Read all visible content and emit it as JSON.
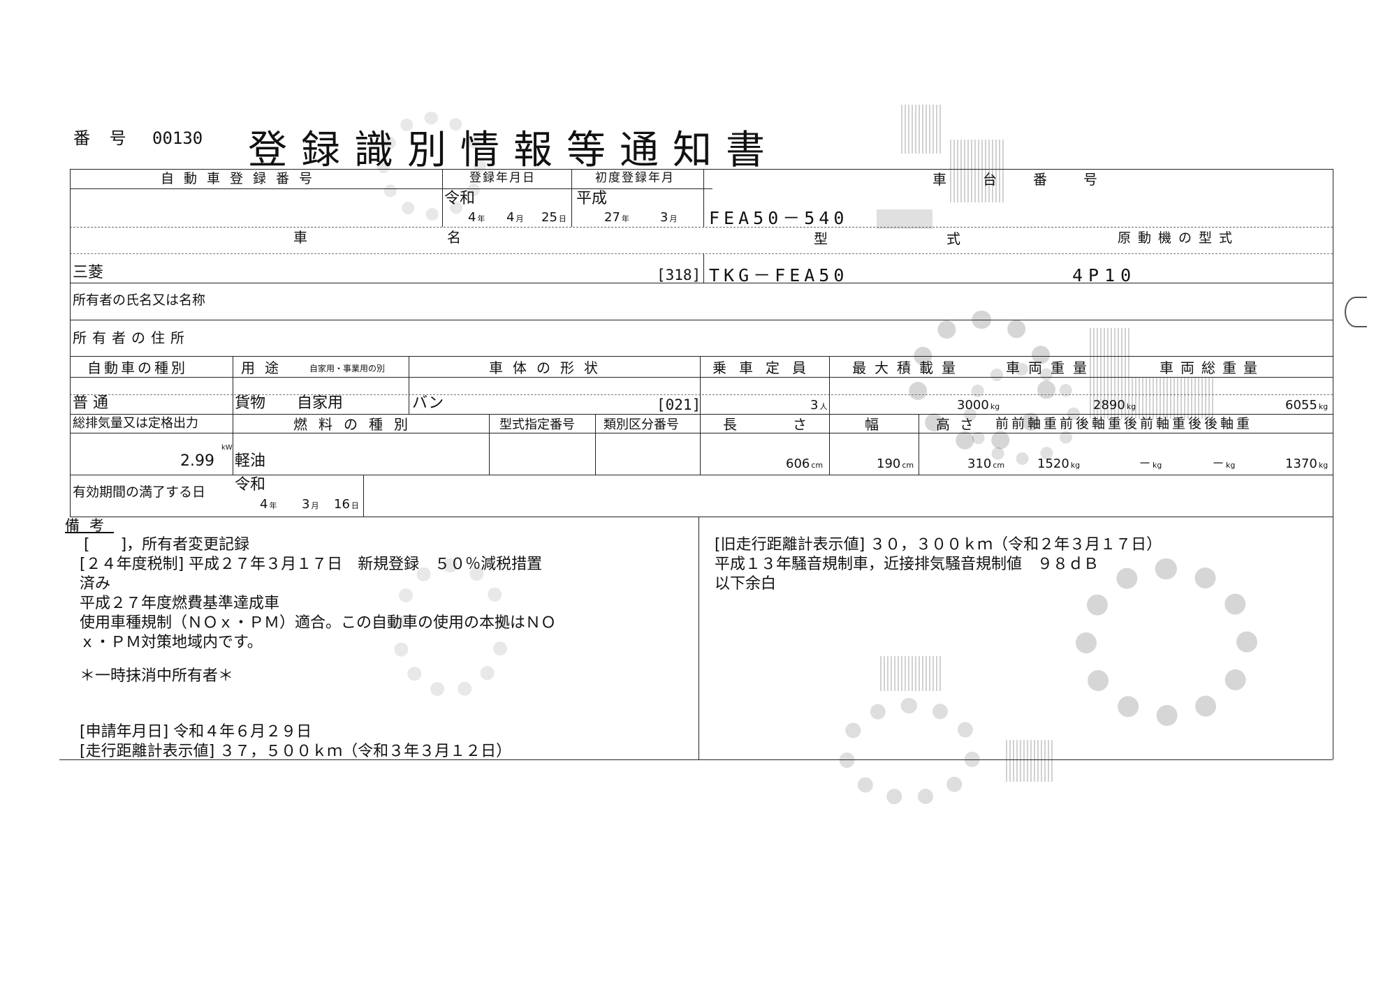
{
  "header": {
    "number_label": "番 号",
    "number_value": "00130",
    "title": "登録識別情報等通知書"
  },
  "labels": {
    "reg_number": "自動車登録番号",
    "reg_date": "登録年月日",
    "first_reg": "初度登録年月",
    "chassis_no": "車台番号",
    "car_name": "車名",
    "model": "型式",
    "engine_model": "原動機の型式",
    "owner_name": "所有者の氏名又は名称",
    "owner_addr": "所有者の住所",
    "vehicle_kind": "自動車の種別",
    "usage": "用途",
    "usage_sub": "自家用・事業用の別",
    "body_shape": "車体の形状",
    "capacity": "乗車定員",
    "max_load": "最大積載量",
    "vehicle_weight": "車両重量",
    "gross_weight": "車両総重量",
    "displacement": "総排気量又は定格出力",
    "fuel": "燃料の種別",
    "type_designation": "型式指定番号",
    "class_no": "類別区分番号",
    "length": "長さ",
    "width": "幅",
    "height": "高さ",
    "axle_weights": "前前軸重前後軸重後前軸重後後軸重",
    "expiry": "有効期間の満了する日",
    "remarks": "備考"
  },
  "values": {
    "reg_era": "令和",
    "reg_y": "4",
    "reg_m": "4",
    "reg_d": "25",
    "first_era": "平成",
    "first_y": "27",
    "first_m": "3",
    "chassis": "FEA50－540",
    "car_name": "三菱",
    "model_code": "[318]",
    "model": "TKG－FEA50",
    "engine": "4P10",
    "kind": "普 通",
    "usage": "貨物",
    "usage_sub": "自家用",
    "body": "バン",
    "body_code": "[021]",
    "capacity": "3",
    "max_load": "3000",
    "weight": "2890",
    "gross": "6055",
    "displacement": "2.99",
    "fuel": "軽油",
    "length": "606",
    "width": "190",
    "height": "310",
    "ff_axle": "1520",
    "fr_axle": "－",
    "rf_axle": "－",
    "rr_axle": "1370",
    "exp_era": "令和",
    "exp_y": "4",
    "exp_m": "3",
    "exp_d": "16"
  },
  "units": {
    "year": "年",
    "month": "月",
    "day": "日",
    "person": "人",
    "kg": "kg",
    "cm": "cm",
    "kw": "kW"
  },
  "remarks": {
    "left": [
      "[　　]，所有者変更記録",
      "[２４年度税制] 平成２７年３月１７日　新規登録　５０％減税措置",
      "済み",
      "平成２７年度燃費基準達成車",
      "使用車種規制（ＮＯｘ・ＰＭ）適合。この自動車の使用の本拠はＮＯ",
      "ｘ・ＰＭ対策地域内です。",
      "",
      "＊一時抹消中所有者＊"
    ],
    "left_bottom": [
      "[申請年月日] 令和４年６月２９日",
      "[走行距離計表示値] ３７，５００ｋｍ（令和３年３月１２日）"
    ],
    "right": [
      "[旧走行距離計表示値] ３０，３００ｋｍ（令和２年３月１７日）",
      "平成１３年騒音規制車，近接排気騒音規制値　９８ｄＢ",
      "以下余白"
    ]
  }
}
